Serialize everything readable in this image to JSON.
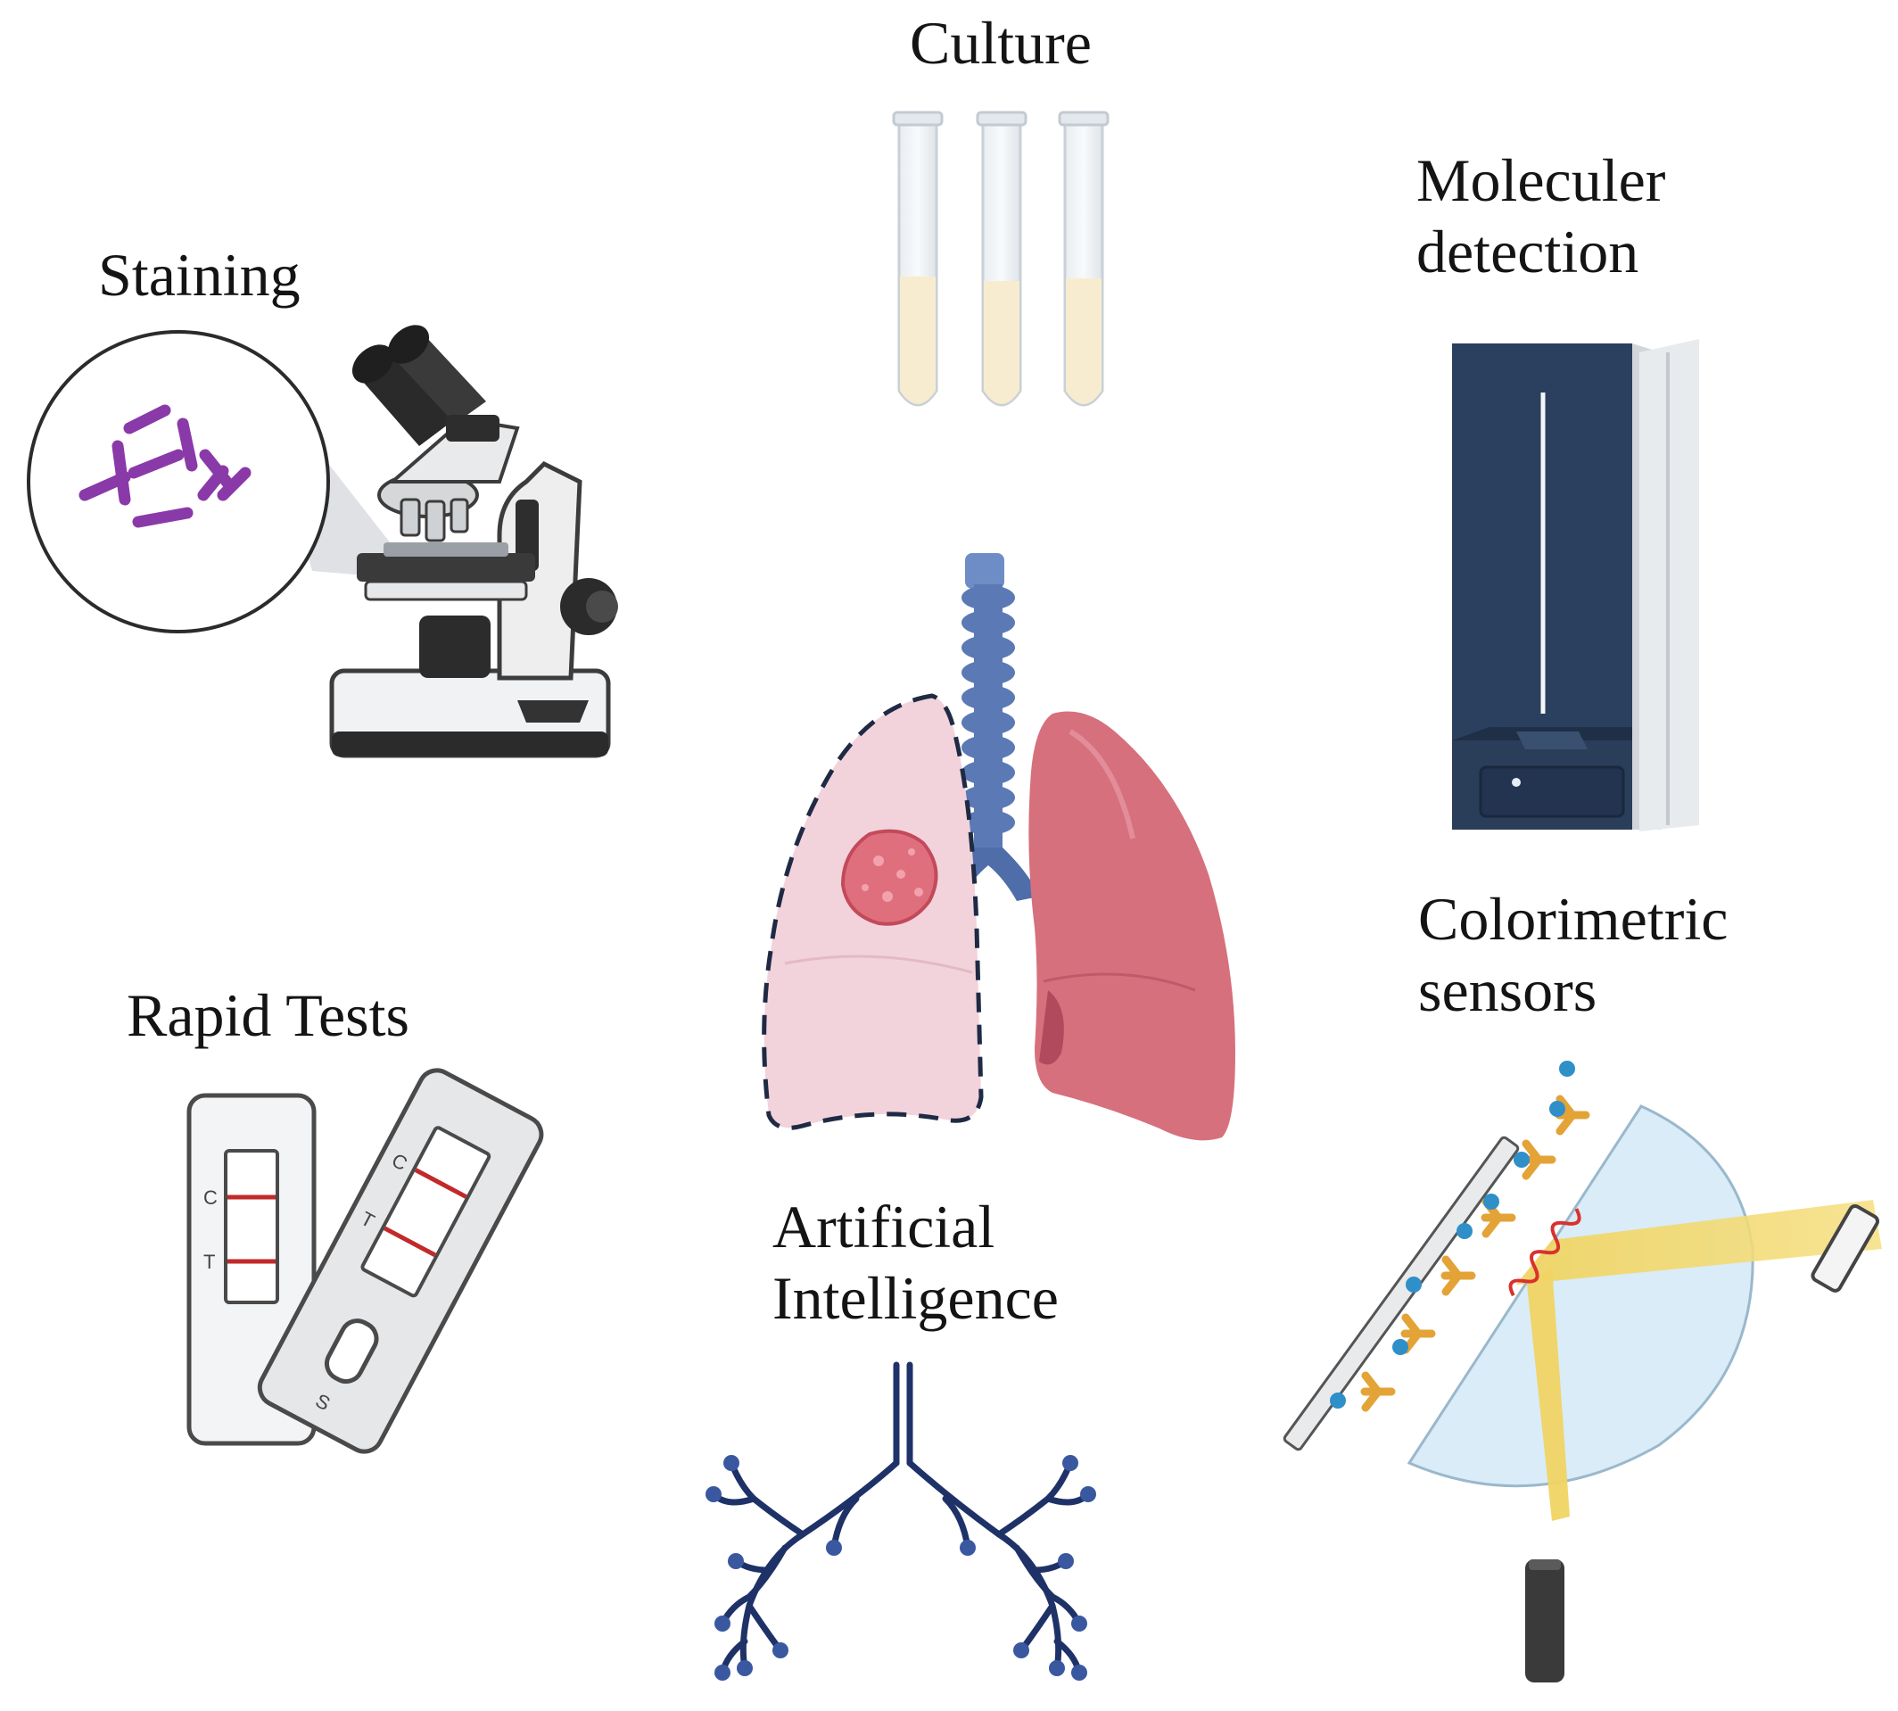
{
  "labels": {
    "culture": "Culture",
    "staining": "Staining",
    "molecular": [
      "Moleculer",
      "detection"
    ],
    "rapid_tests": "Rapid Tests",
    "colorimetric": [
      "Colorimetric",
      "sensors"
    ],
    "ai": [
      "Artificial",
      "Intelligence"
    ]
  },
  "test_strip_markings": {
    "control": "C",
    "test": "T",
    "sample": "S"
  },
  "colors": {
    "lung_healthy": "#d6707c",
    "lung_affected": "#f2d3dc",
    "airway": "#5b79b4",
    "bronchi": "#1f3268",
    "instrument_body": "#2b405e",
    "bacteria": "#8a3aa8",
    "light_beam": "#f0d463",
    "antibody": "#e3a336",
    "analyte_dot": "#2f8fc8",
    "test_line": "#c22a2a"
  },
  "icons": [
    "microscope-icon",
    "culture-tubes-icon",
    "sequencer-icon",
    "lungs-icon",
    "rapid-test-cassette-icon",
    "bronchial-tree-icon",
    "spr-sensor-icon"
  ]
}
